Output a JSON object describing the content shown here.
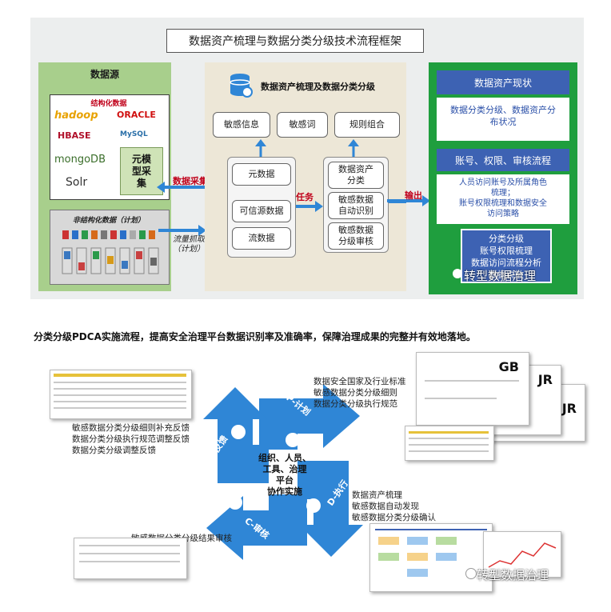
{
  "top": {
    "title": "数据资产梳理与数据分类分级技术流程框架",
    "left": {
      "label": "数据源",
      "structured_title": "结构化数据",
      "logos": [
        "hadoop",
        "ORACLE",
        "HBASE",
        "MySQL",
        "mongoDB",
        "Solr"
      ],
      "meta_collect": "元模\n型采\n集",
      "unstructured_title": "非结构化数据（计划）"
    },
    "arrows": {
      "data_collect": "数据采集",
      "traffic_capture": "流量抓取\n（计划）",
      "task": "任务",
      "output": "输出"
    },
    "middle": {
      "title": "数据资产梳理及数据分类分级",
      "top_boxes": [
        "敏感信息",
        "敏感词",
        "规则组合"
      ],
      "left_boxes": [
        "元数据",
        "可信源数据",
        "流数据"
      ],
      "right_boxes": [
        "数据资产\n分类",
        "敏感数据\n自动识别",
        "敏感数据\n分级审核"
      ]
    },
    "right": {
      "hdr1": "数据资产现状",
      "body1": "数据分类分级、数据资产分\n布状况",
      "hdr2": "账号、权限、审核流程",
      "body2": "人员访问账号及所属角色\n梳理；\n账号权限梳理和数据安全\n访问策略",
      "box3": "分类分级\n账号权限梳理\n数据访问流程分析\n数据脱敏"
    },
    "watermark": "转型数据治理"
  },
  "bottom": {
    "title": "分类分级PDCA实施流程，提高安全治理平台数据识别率及准确率，保障治理成果的完整并有效地落地。",
    "center": "组织、人员、\n工具、治理\n平台\n协作实施",
    "cycle": {
      "p": "P-计划",
      "d": "D-执行",
      "c": "C-审核",
      "a": "A-反馈"
    },
    "p_text": "数据安全国家及行业标准\n敏感数据分类分级细则\n数据分类分级执行规范",
    "d_text": "数据资产梳理\n敏感数据自动发现\n敏感数据分类分级确认",
    "c_text": "敏感数据分类分级结果审核",
    "a_text": "敏感数据分类分级细则补充反馈\n数据分类分级执行规范调整反馈\n数据分类分级调整反馈",
    "docs": {
      "gb": "GB",
      "jr1": "JR",
      "jr2": "JR"
    },
    "watermark": "转型数据治理"
  },
  "colors": {
    "left_green": "#a8cf8c",
    "right_green": "#1f9e3e",
    "mid_beige": "#ede7d7",
    "blue_arrow": "#2f86d6",
    "blue_header": "#3d62b3",
    "red_label": "#c0001a"
  }
}
